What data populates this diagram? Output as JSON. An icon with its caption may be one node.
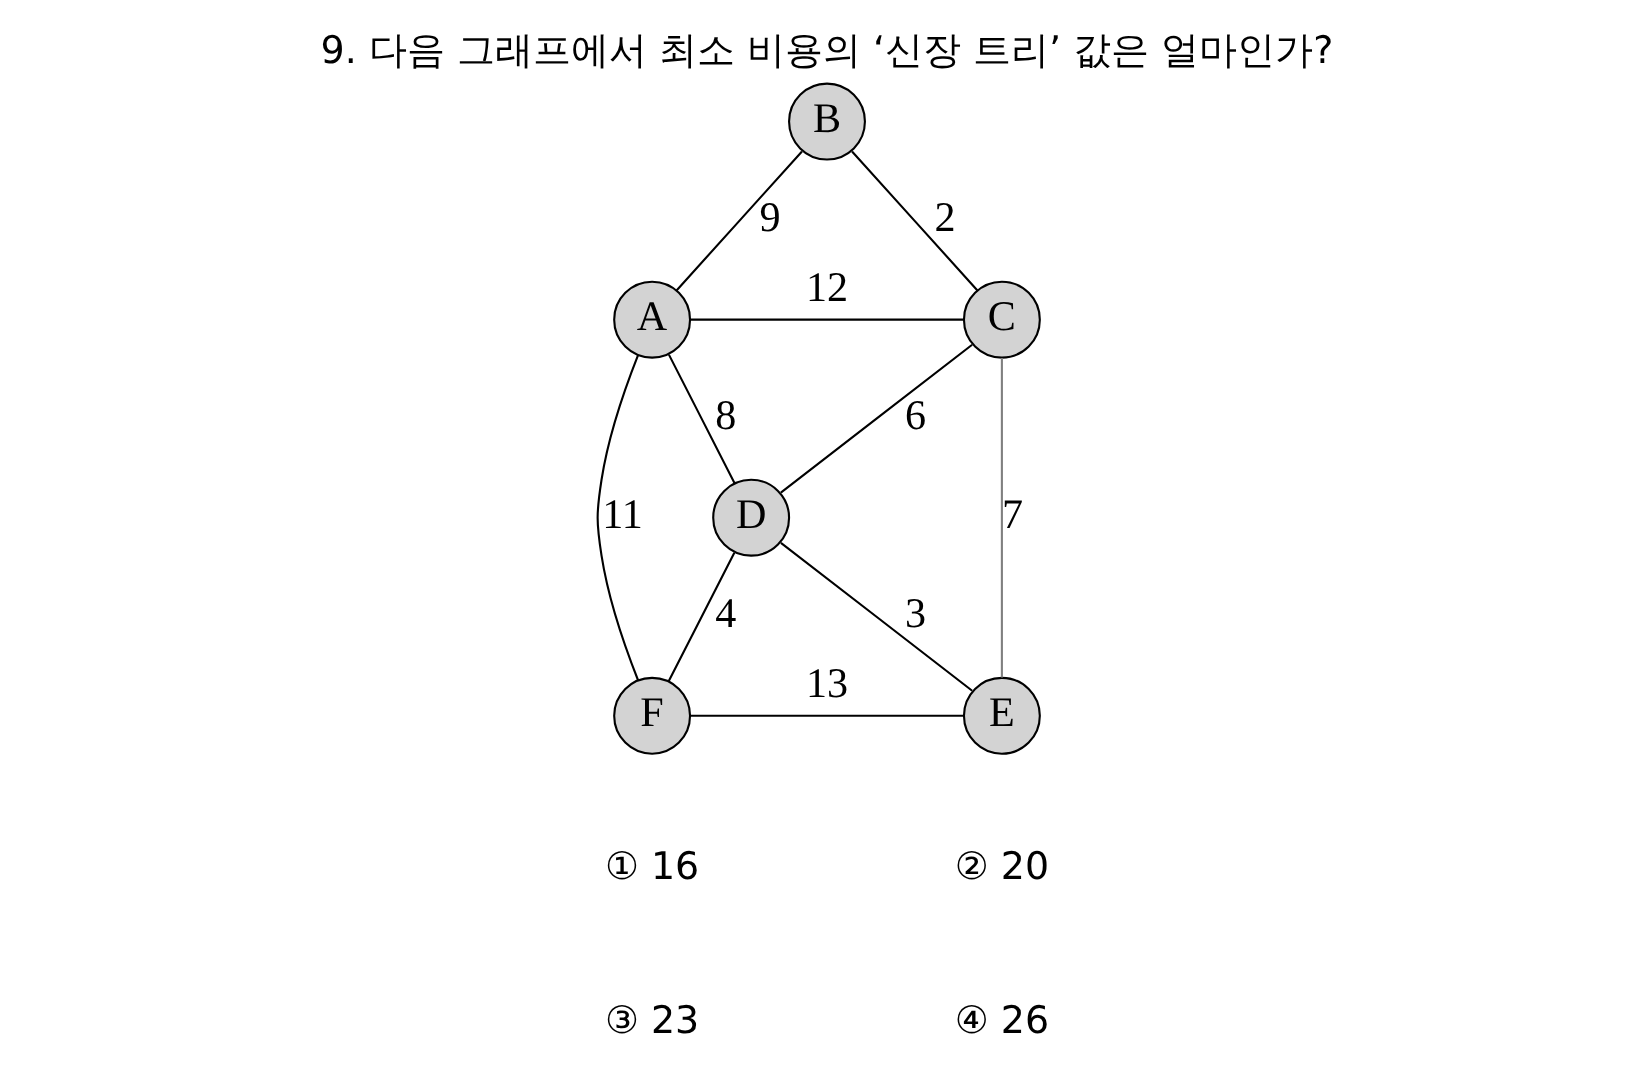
{
  "diagram": {
    "title": "9. 다음 그래프에서 최소 비용의 ‘신장 트리’ 값은 얼마인가?",
    "nodes": [
      {
        "text": [
          "B"
        ]
      },
      {
        "text": [
          "A"
        ]
      },
      {
        "text": [
          "C"
        ]
      },
      {
        "text": [
          "D"
        ]
      },
      {
        "text": [
          "F"
        ]
      },
      {
        "text": [
          "E"
        ]
      }
    ],
    "edges": [
      {
        "from": 1,
        "to": 0,
        "arrow": "none",
        "label": "9"
      },
      {
        "from": 0,
        "to": 2,
        "arrow": "none",
        "label": "2"
      },
      {
        "from": 1,
        "to": 2,
        "arrow": "none",
        "label": "12"
      },
      {
        "from": 1,
        "to": 3,
        "arrow": "none",
        "label": "8"
      },
      {
        "from": 2,
        "to": 3,
        "arrow": "none",
        "label": "6"
      },
      {
        "from": 1,
        "to": 4,
        "arrow": "none",
        "label": "11"
      },
      {
        "from": 3,
        "to": 4,
        "arrow": "none",
        "label": "4"
      },
      {
        "from": 3,
        "to": 5,
        "arrow": "none",
        "label": "3"
      },
      {
        "from": 2,
        "to": 5,
        "arrow": "none",
        "label": "7",
        "color": "#808080"
      },
      {
        "from": 4,
        "to": 5,
        "arrow": "none",
        "label": "13"
      }
    ],
    "labels": [
      "① 16",
      "② 20",
      "③ 23",
      "④ 26"
    ]
  }
}
